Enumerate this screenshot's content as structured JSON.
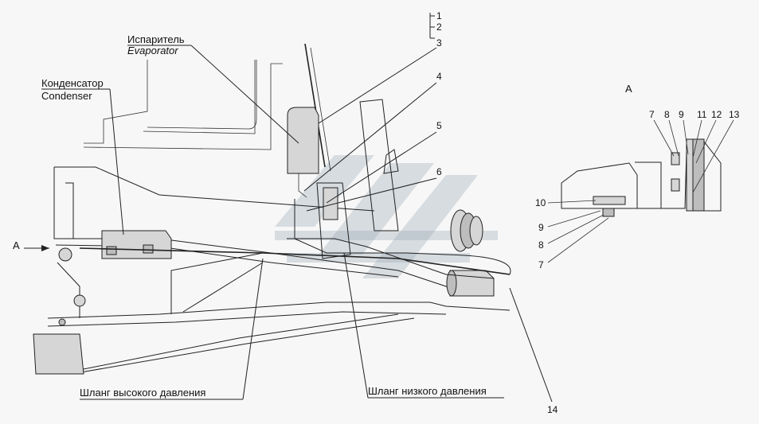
{
  "view_label": "А",
  "arrow_label": "А",
  "labels": {
    "evaporator_ru": "Испаритель",
    "evaporator_en": "Evaporator",
    "condenser_ru": "Конденсатор",
    "condenser_en": "Condenser",
    "high_pressure_hose": "Шланг высокого давления",
    "low_pressure_hose": "Шланг низкого давления"
  },
  "callouts": {
    "n1": "1",
    "n2": "2",
    "n3": "3",
    "n4": "4",
    "n5": "5",
    "n6": "6",
    "n14": "14"
  },
  "detail_callouts": {
    "d7": "7",
    "d8": "8",
    "d9": "9",
    "d11": "11",
    "d12": "12",
    "d13": "13",
    "d10": "10",
    "d9b": "9",
    "d8b": "8",
    "d7b": "7"
  }
}
